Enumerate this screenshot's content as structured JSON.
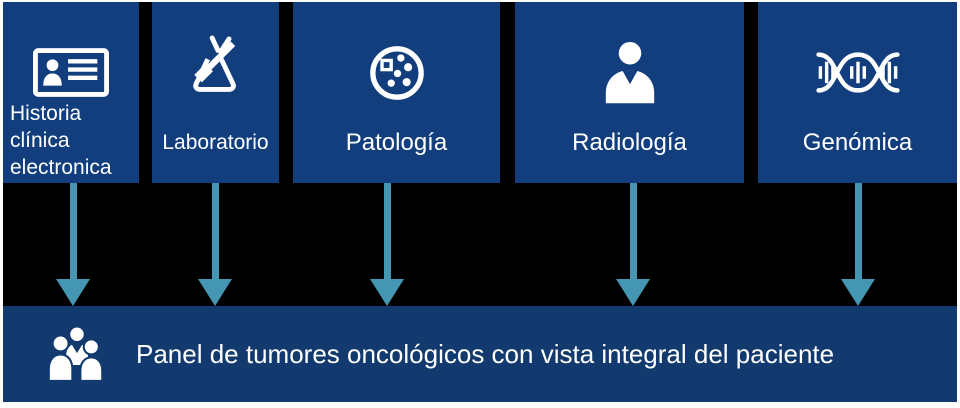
{
  "colors": {
    "box": "#123e7d",
    "panel": "#123a6e",
    "backdrop": "#000000",
    "arrow": "#4596b3",
    "text": "#ffffff"
  },
  "sources": [
    {
      "label": "Historia\nclínica\nelectronica",
      "icon": "id-card-icon"
    },
    {
      "label": "Laboratorio",
      "icon": "lab-tools-icon"
    },
    {
      "label": "Patología",
      "icon": "petri-dish-icon"
    },
    {
      "label": "Radiología",
      "icon": "person-icon"
    },
    {
      "label": "Genómica",
      "icon": "dna-icon"
    }
  ],
  "panel": {
    "label": "Panel de tumores oncológicos con vista integral del paciente",
    "icon": "people-group-icon"
  }
}
